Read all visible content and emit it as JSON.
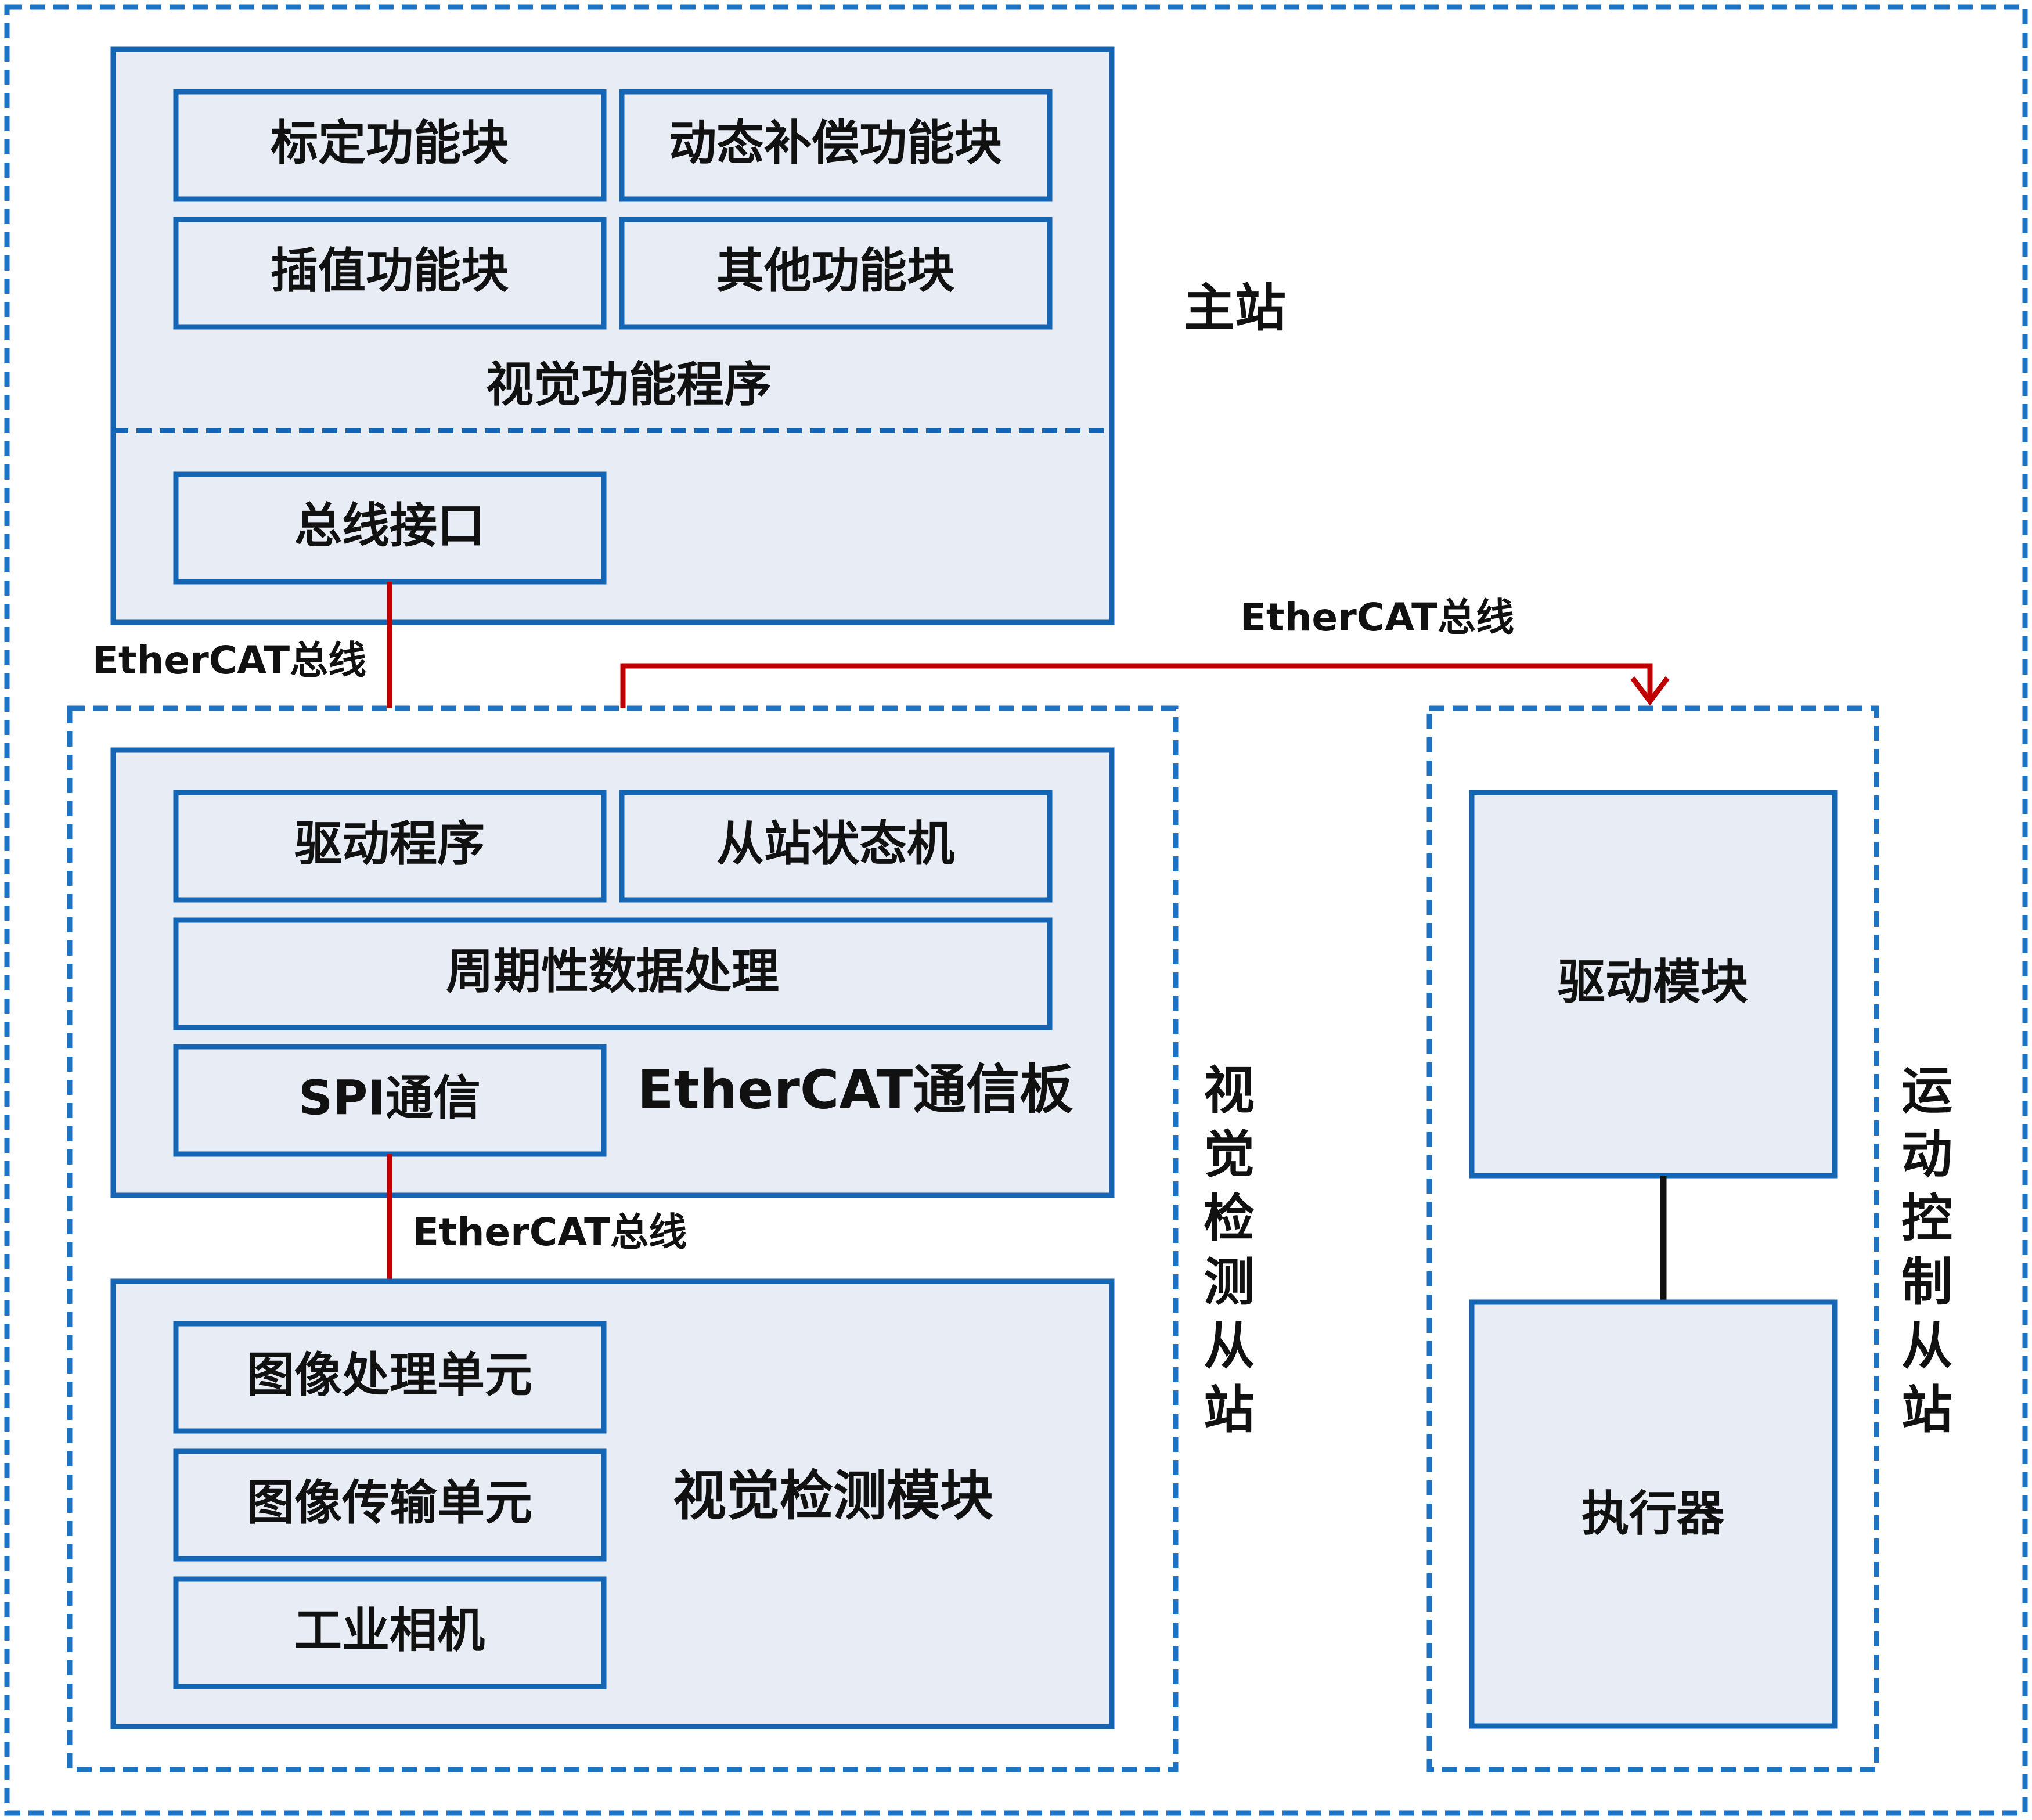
{
  "colors": {
    "box_stroke": "#1565b5",
    "box_fill": "#e8edf5",
    "dashed_stroke": "#1e74c4",
    "bus_line": "#c00000",
    "link_line": "#111111",
    "text": "#111111"
  },
  "master": {
    "title": "主站",
    "vision_program": {
      "label": "视觉功能程序",
      "blocks": [
        "标定功能块",
        "动态补偿功能块",
        "插值功能块",
        "其他功能块"
      ]
    },
    "bus_interface": "总线接口"
  },
  "buses": {
    "master_to_vision": "EtherCAT总线",
    "master_to_motion": "EtherCAT总线",
    "board_to_module": "EtherCAT总线"
  },
  "vision_slave": {
    "title": "视觉检测从站",
    "comm_board": {
      "label": "EtherCAT通信板",
      "driver": "驱动程序",
      "state_machine": "从站状态机",
      "cyclic": "周期性数据处理",
      "spi": "SPI通信"
    },
    "detect_module": {
      "label": "视觉检测模块",
      "units": [
        "图像处理单元",
        "图像传输单元",
        "工业相机"
      ]
    }
  },
  "motion_slave": {
    "title": "运动控制从站",
    "drive": "驱动模块",
    "actuator": "执行器"
  }
}
